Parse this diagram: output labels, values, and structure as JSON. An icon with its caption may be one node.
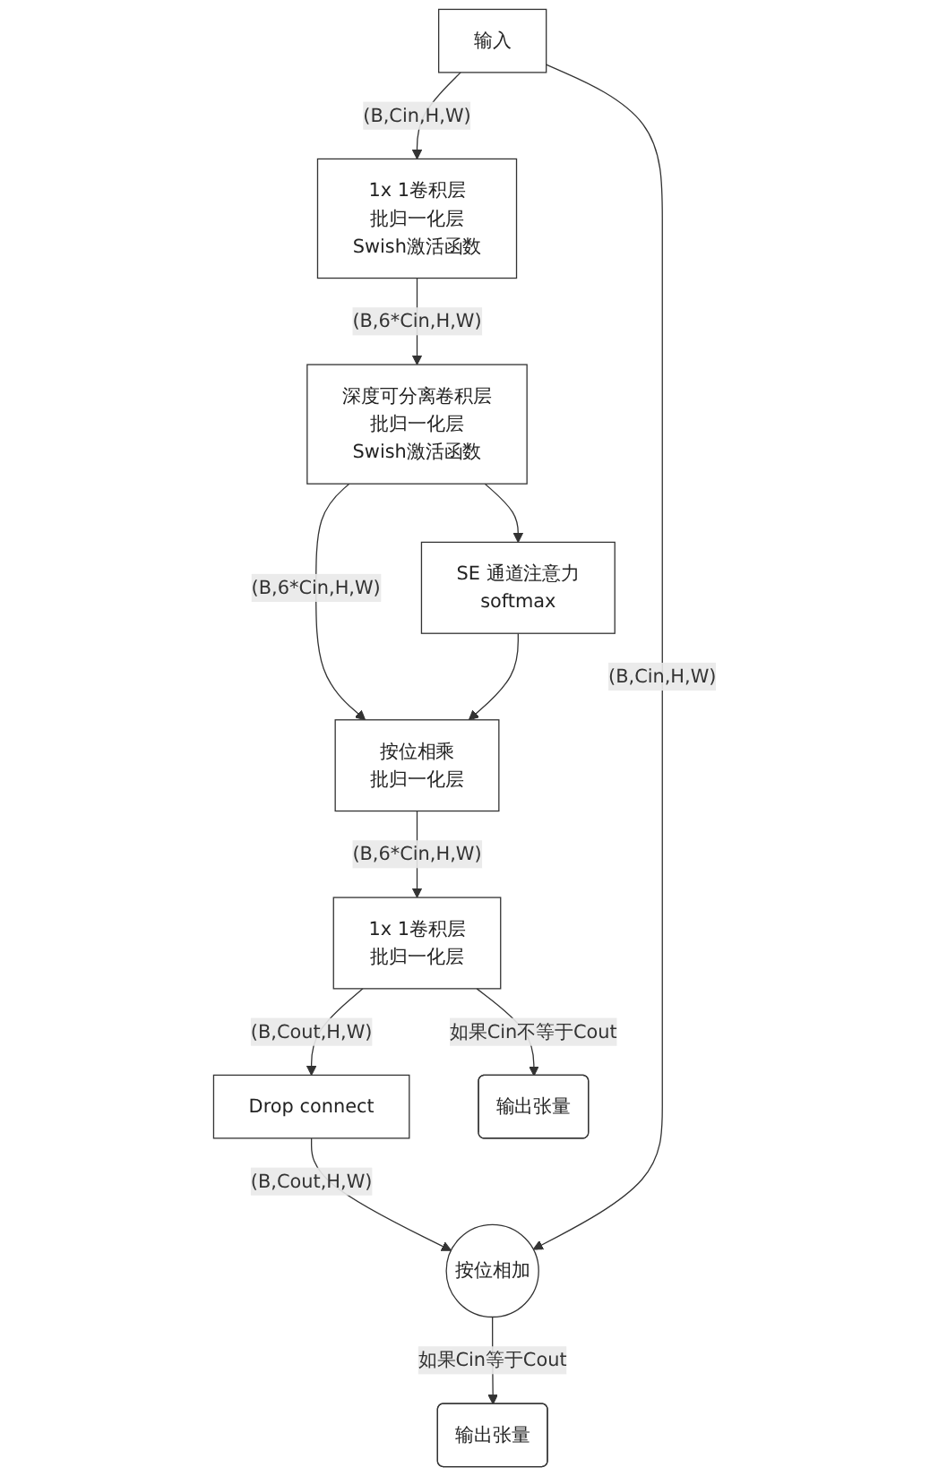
{
  "diagram": {
    "nodes": [
      {
        "text": [
          "输入"
        ]
      },
      {
        "text": [
          "1x 1卷积层",
          "批归一化层",
          "Swish激活函数"
        ]
      },
      {
        "text": [
          "深度可分离卷积层",
          "批归一化层",
          "Swish激活函数"
        ]
      },
      {
        "text": [
          "SE 通道注意力",
          "softmax"
        ]
      },
      {
        "text": [
          "按位相乘",
          "批归一化层"
        ]
      },
      {
        "text": [
          "1x 1卷积层",
          "批归一化层"
        ]
      },
      {
        "text": [
          "Drop connect"
        ]
      },
      {
        "text": [
          "输出张量"
        ]
      },
      {
        "text": [
          "按位相加"
        ]
      },
      {
        "text": [
          "输出张量"
        ]
      }
    ],
    "edges": [
      {
        "from": 0,
        "to": 1,
        "arrow": "to",
        "label": "(B,Cin,H,W)"
      },
      {
        "from": 1,
        "to": 2,
        "arrow": "to",
        "label": "(B,6*Cin,H,W)"
      },
      {
        "from": 2,
        "to": 3,
        "arrow": "to"
      },
      {
        "from": 2,
        "to": 4,
        "arrow": "to",
        "label": "(B,6*Cin,H,W)"
      },
      {
        "from": 3,
        "to": 4,
        "arrow": "to"
      },
      {
        "from": 4,
        "to": 5,
        "arrow": "to",
        "label": "(B,6*Cin,H,W)"
      },
      {
        "from": 5,
        "to": 7,
        "arrow": "to",
        "label": "如果Cin不等于Cout"
      },
      {
        "from": 5,
        "to": 6,
        "arrow": "to",
        "label": "(B,Cout,H,W)"
      },
      {
        "from": 6,
        "to": 8,
        "arrow": "to",
        "label": "(B,Cout,H,W)"
      },
      {
        "from": 0,
        "to": 8,
        "arrow": "to",
        "label": "(B,Cin,H,W)"
      },
      {
        "from": 8,
        "to": 9,
        "arrow": "to",
        "label": "如果Cin等于Cout"
      }
    ]
  }
}
